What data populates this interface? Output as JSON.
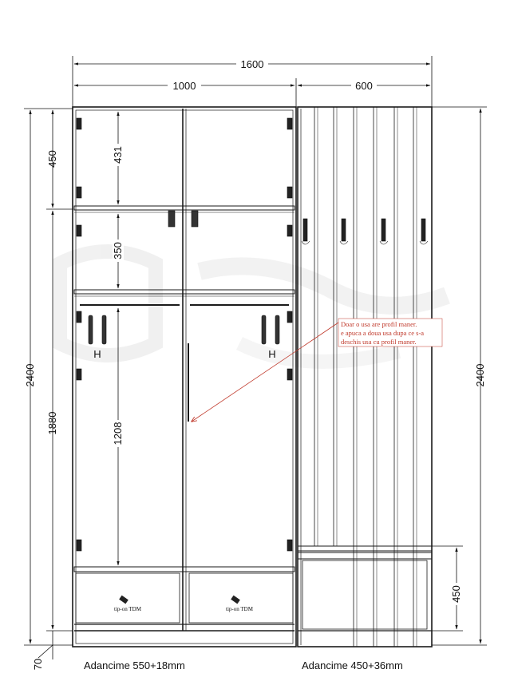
{
  "dimensions": {
    "total_width": "1600",
    "left_width": "1000",
    "right_width": "600",
    "total_height": "2400",
    "height_top": "450",
    "height_bottom": "1880",
    "plinth": "70",
    "inner_431": "431",
    "inner_350": "350",
    "inner_1208": "1208",
    "right_total_height": "2400",
    "right_bench_height": "450"
  },
  "note": {
    "line1": "Doar o usa are profil maner.",
    "line2": "e apuca a doua usa dupa ce s-a",
    "line3": "deschis usa cu profil maner."
  },
  "labels": {
    "drawer_left": "tip-on TDM",
    "drawer_right": "tip-on TDM",
    "rail_mark_left": "H",
    "rail_mark_right": "H"
  },
  "captions": {
    "left": "Adancime 550+18mm",
    "right": "Adancime 450+36mm"
  },
  "colors": {
    "line": "#1a1a1a",
    "note": "#c0392b",
    "watermark": "#e6e6e6"
  }
}
